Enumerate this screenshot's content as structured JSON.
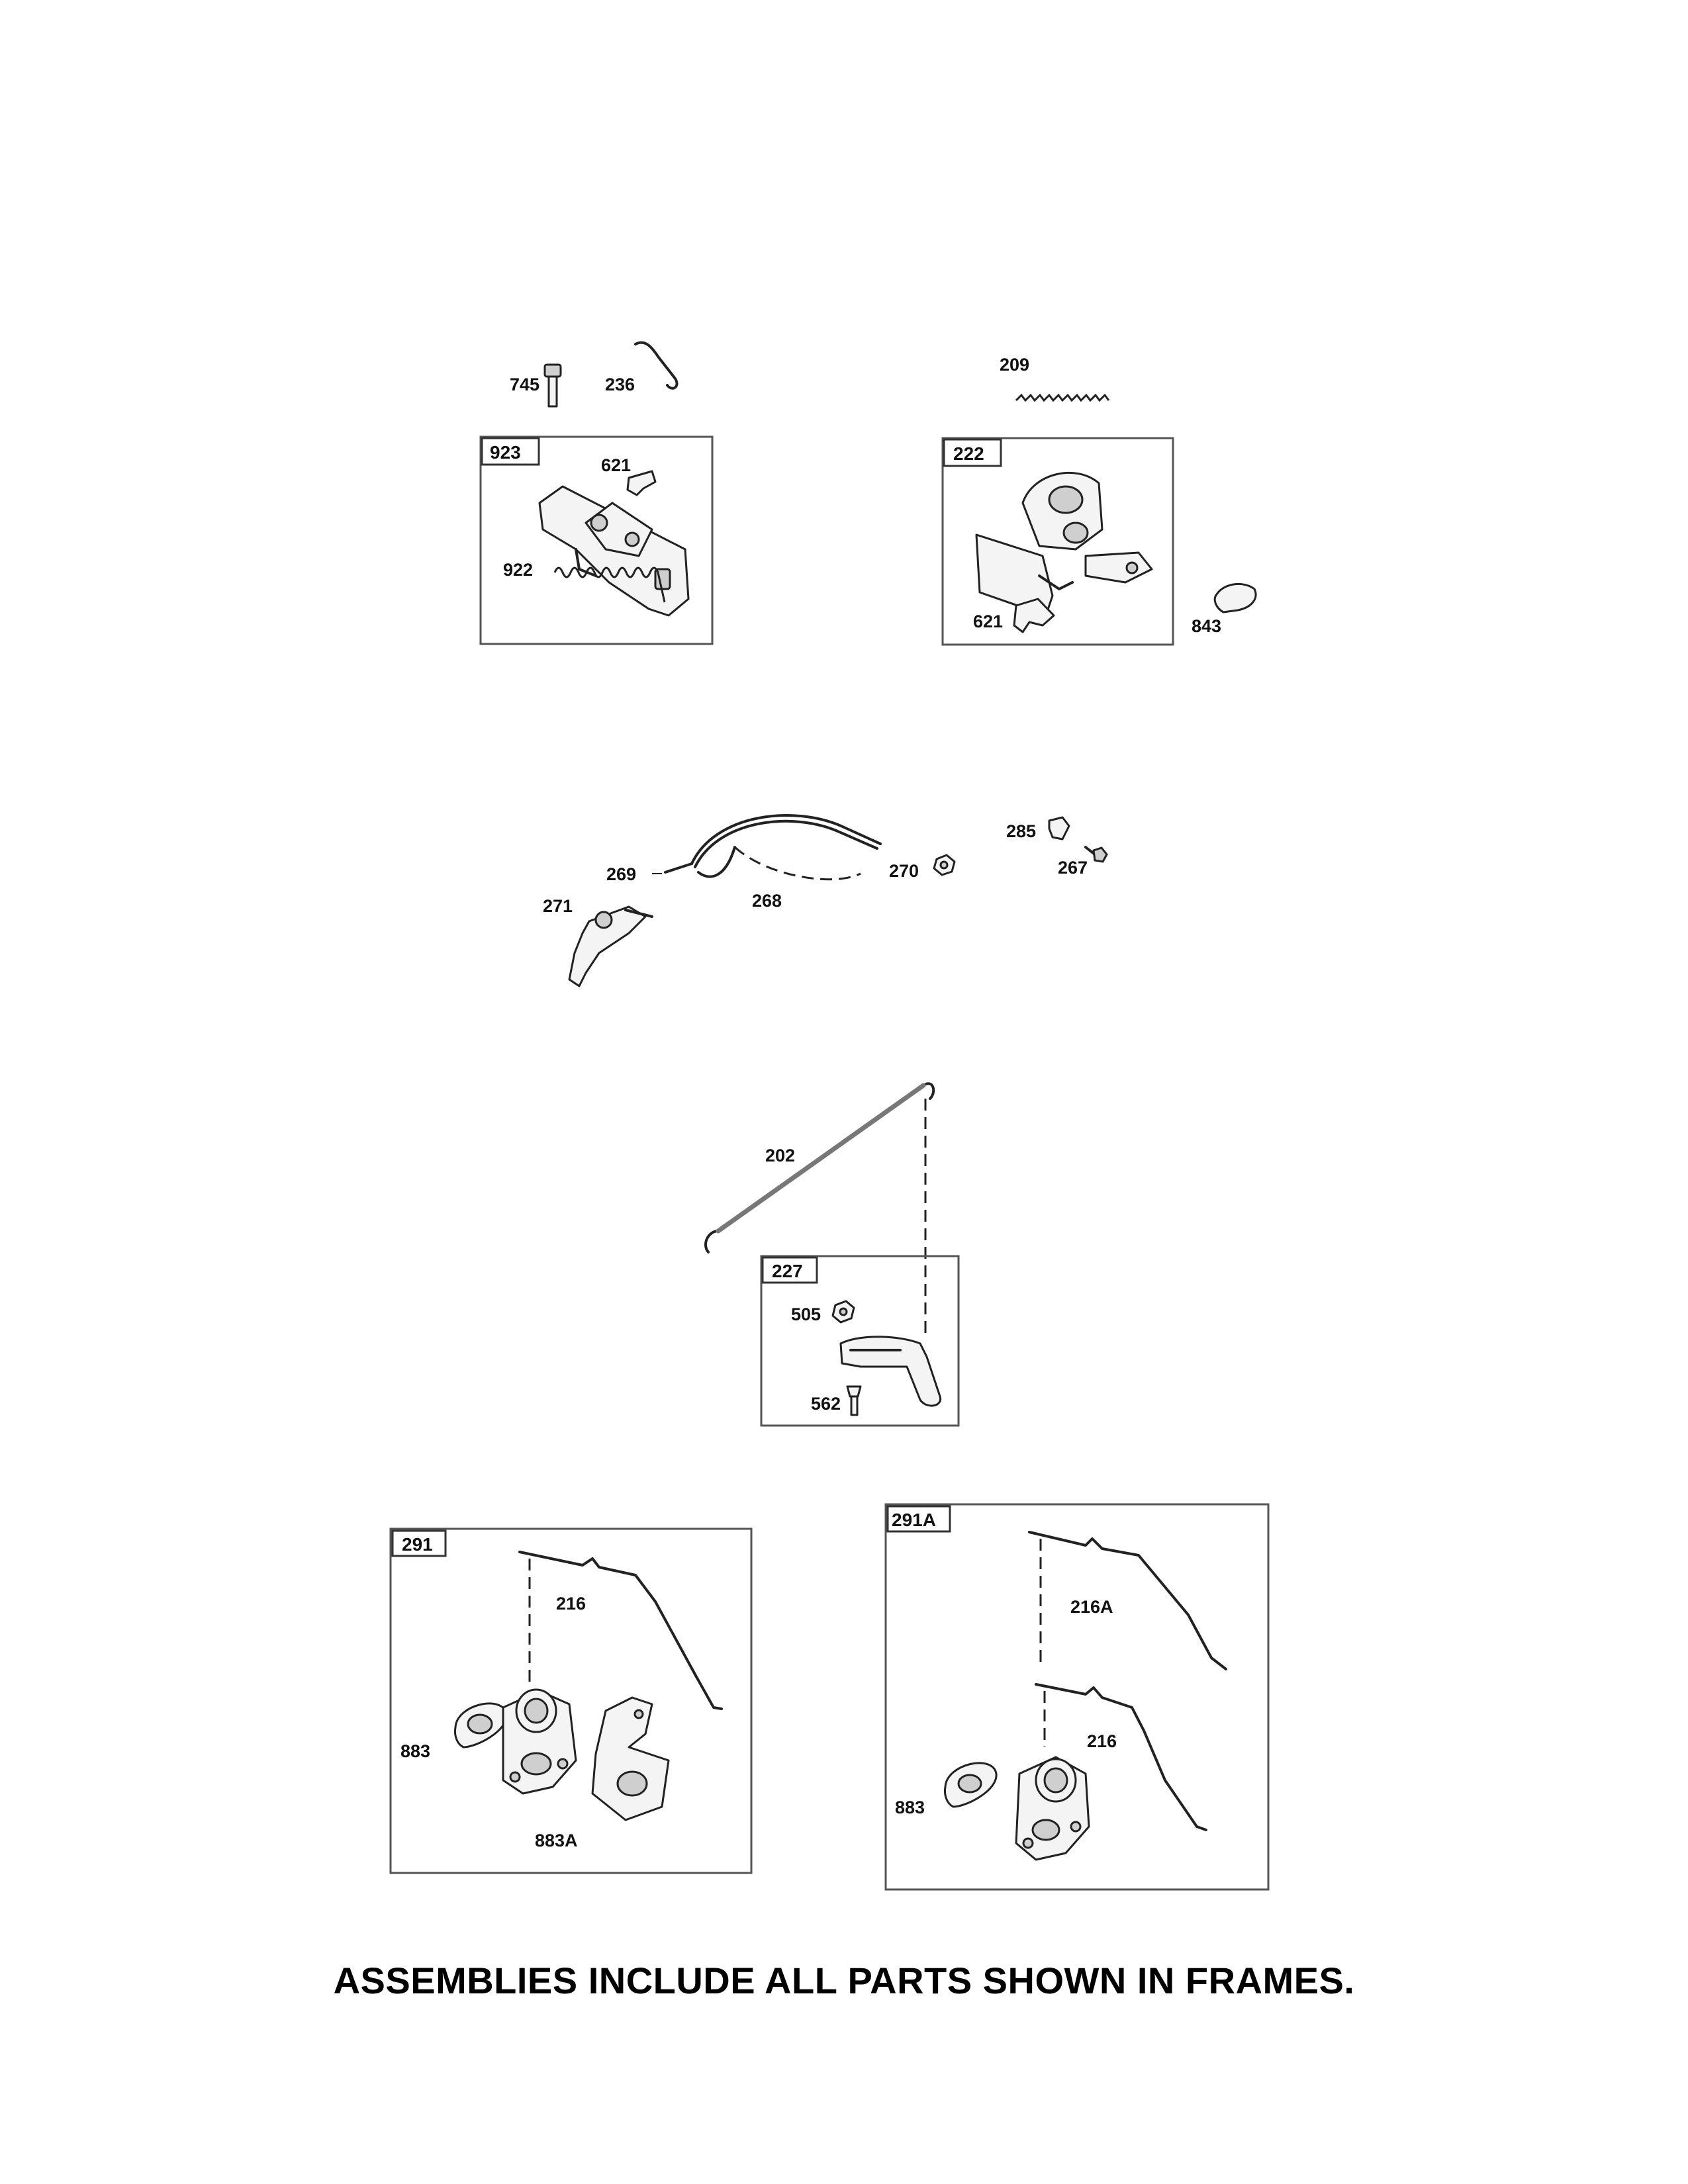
{
  "footer_note": "ASSEMBLIES INCLUDE ALL PARTS SHOWN IN FRAMES.",
  "frames": {
    "f923": "923",
    "f222": "222",
    "f227": "227",
    "f291": "291",
    "f291A": "291A"
  },
  "parts": {
    "p745": "745",
    "p236": "236",
    "p621a": "621",
    "p922": "922",
    "p209": "209",
    "p621b": "621",
    "p843": "843",
    "p269": "269",
    "p268": "268",
    "p270": "270",
    "p285": "285",
    "p267": "267",
    "p271": "271",
    "p202": "202",
    "p505": "505",
    "p562": "562",
    "p216a": "216",
    "p883a": "883",
    "p883A": "883A",
    "p216A": "216A",
    "p216b": "216",
    "p883b": "883"
  }
}
